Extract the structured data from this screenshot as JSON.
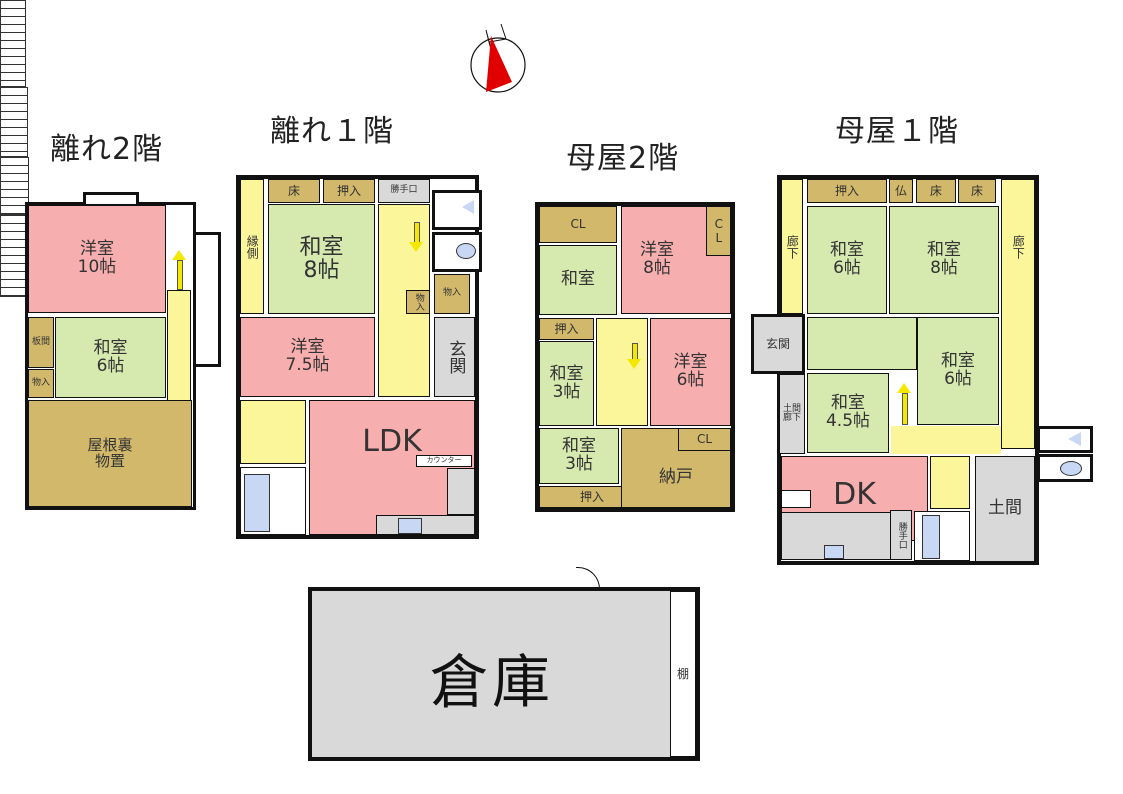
{
  "compass": {
    "label": "north-arrow",
    "color": "#e00000"
  },
  "colors": {
    "western_room": "#f7aeae",
    "japanese_room": "#d6eab0",
    "storage": "#d2b86b",
    "corridor": "#fbf69a",
    "entrance": "#d9d9d9",
    "bath": "#c8d8f4"
  },
  "annex_2f": {
    "title": "離れ2階",
    "rooms": {
      "western": "洋室\n10帖",
      "japanese": "和室\n6帖",
      "itama": "板間",
      "closet": "物入",
      "attic": "屋根裏\n物置"
    }
  },
  "annex_1f": {
    "title": "離れ１階",
    "rooms": {
      "tokonoma": "床",
      "oshiire": "押入",
      "back_door": "勝手口",
      "engawa": "縁側",
      "japanese": "和室\n8帖",
      "closet_small": "物入",
      "closet": "物入",
      "western": "洋室\n7.5帖",
      "entrance": "玄関",
      "ldk": "LDK",
      "counter": "カウンター"
    }
  },
  "main_2f": {
    "title": "母屋2階",
    "rooms": {
      "cl1": "CL",
      "cl2": "CL",
      "japanese": "和室",
      "western8": "洋室\n8帖",
      "oshiire1": "押入",
      "japanese3a": "和室\n3帖",
      "western6": "洋室\n6帖",
      "cl3": "CL",
      "japanese3b": "和室\n3帖",
      "oshiire2": "押入",
      "nando": "納戸"
    }
  },
  "main_1f": {
    "title": "母屋１階",
    "rooms": {
      "oshiire": "押入",
      "butsudan": "仏",
      "toko1": "床",
      "toko2": "床",
      "corridor_l": "廊下",
      "corridor_r": "廊下",
      "japanese6a": "和室\n6帖",
      "japanese8": "和室\n8帖",
      "entrance": "玄関",
      "doma_corridor": "土間\n廊下",
      "japanese45": "和室\n4.5帖",
      "japanese6b": "和室\n6帖",
      "dk": "DK",
      "back_door": "勝手口",
      "doma": "土間"
    }
  },
  "warehouse": {
    "title": "倉庫",
    "shelf": "棚"
  }
}
